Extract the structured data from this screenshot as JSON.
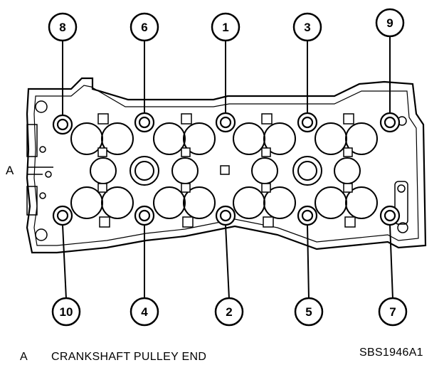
{
  "side_label": "A",
  "legend": {
    "key": "A",
    "text": "CRANKSHAFT PULLEY END"
  },
  "figure_code": "SBS1946A1",
  "bolt_callouts": [
    "8",
    "6",
    "1",
    "3",
    "9",
    "10",
    "4",
    "2",
    "5",
    "7"
  ]
}
